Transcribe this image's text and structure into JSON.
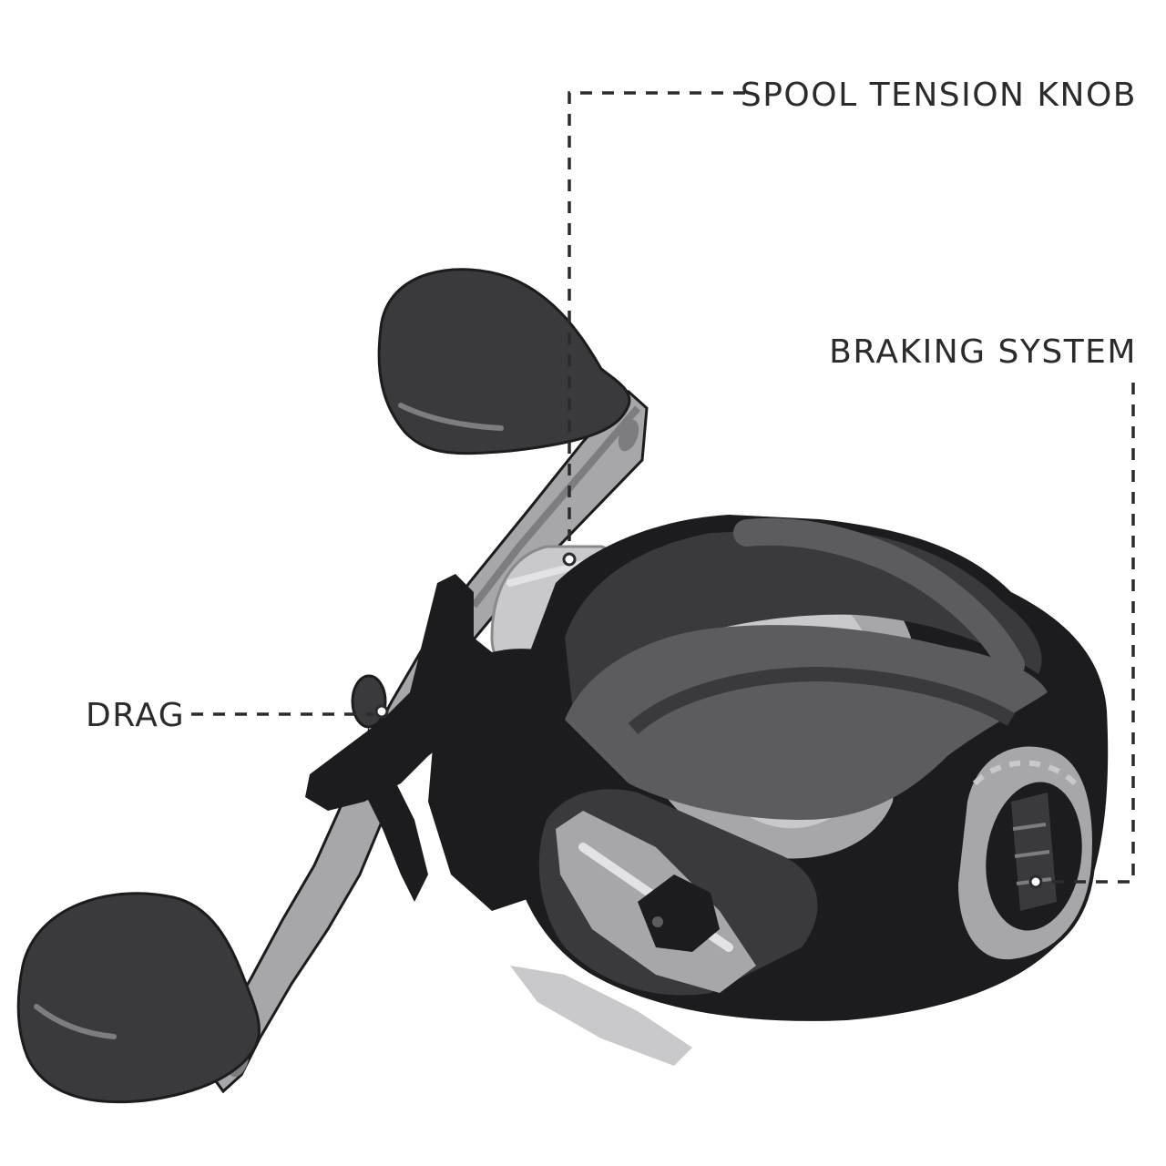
{
  "callouts": {
    "spool_tension_knob": "SPOOL TENSION KNOB",
    "braking_system": "BRAKING SYSTEM",
    "drag": "DRAG"
  },
  "palette": {
    "dark_body": "#3a3a3c",
    "black_trim": "#1c1c1e",
    "mid_grey": "#5c5c5e",
    "light_grey": "#a7a7a9",
    "pale_grey": "#c9c9cb",
    "label_text": "#2b2b2d"
  }
}
